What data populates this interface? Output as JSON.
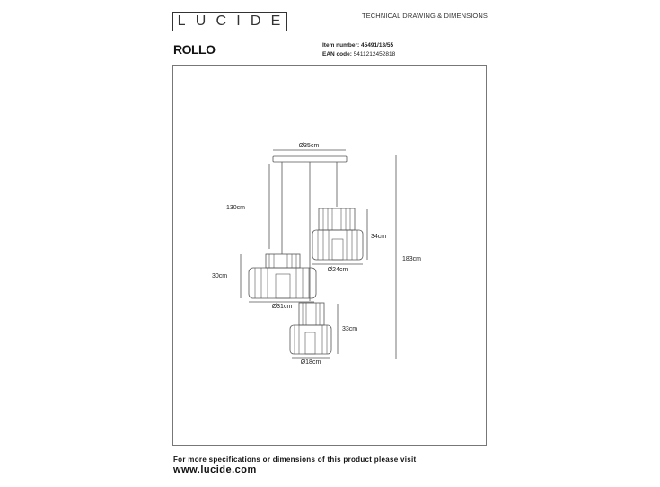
{
  "header": {
    "brand": "LUCIDE",
    "brand_letters": [
      "L",
      "U",
      "C",
      "I",
      "D",
      "E"
    ],
    "title": "TECHNICAL DRAWING & DIMENSIONS"
  },
  "product": {
    "name": "ROLLO",
    "item_number_label": "Item number:",
    "item_number": "45491/13/55",
    "ean_label": "EAN code:",
    "ean": "5411212452818"
  },
  "drawing": {
    "dimensions": {
      "canopy_diameter": "Ø35cm",
      "cable_length": "130cm",
      "total_height": "183cm",
      "large_shade_height": "30cm",
      "large_shade_diameter": "Ø31cm",
      "medium_shade_height": "34cm",
      "medium_shade_diameter": "Ø24cm",
      "small_shade_height": "33cm",
      "small_shade_diameter": "Ø18cm"
    }
  },
  "footer": {
    "text": "For more specifications or dimensions of this product please visit",
    "url": "www.lucide.com"
  }
}
